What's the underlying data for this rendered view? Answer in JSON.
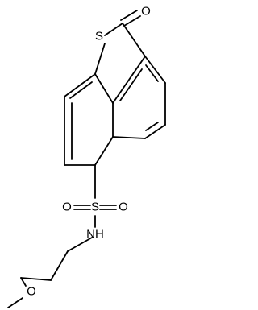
{
  "molecule": {
    "atoms": {
      "ring_sulfur": "S",
      "carbonyl_oxygen": "O",
      "sulfonyl_sulfur": "S",
      "sulfonyl_oxygen_left": "O",
      "sulfonyl_oxygen_right": "O",
      "amide_nitrogen": "NH",
      "ether_oxygen": "O"
    }
  }
}
